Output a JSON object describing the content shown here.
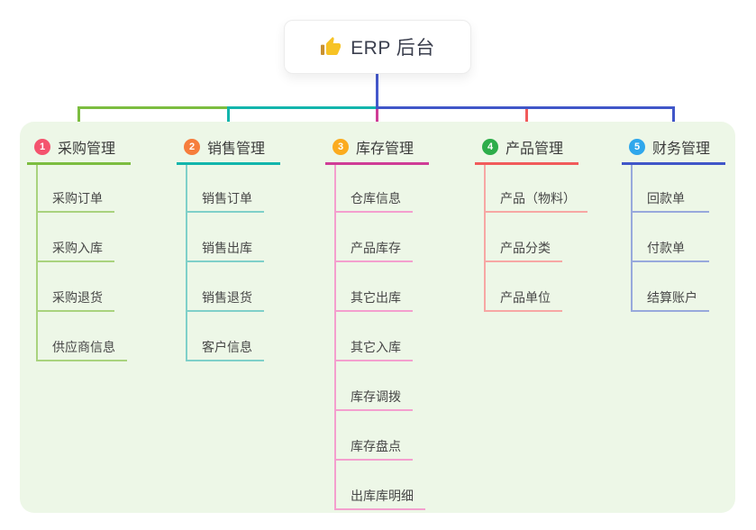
{
  "root": {
    "icon": "thumbs-up-icon",
    "title": "ERP 后台",
    "connector_color": "#4458cb"
  },
  "panel_background": "#edf7e7",
  "branches": [
    {
      "num": "1",
      "title": "采购管理",
      "badge_color": "#f4536e",
      "line_color": "#7cbd40",
      "child_line_color": "#a9d37e",
      "children": [
        "采购订单",
        "采购入库",
        "采购退货",
        "供应商信息"
      ]
    },
    {
      "num": "2",
      "title": "销售管理",
      "badge_color": "#f67d3c",
      "line_color": "#12b5ac",
      "child_line_color": "#7fd0c9",
      "children": [
        "销售订单",
        "销售出库",
        "销售退货",
        "客户信息"
      ]
    },
    {
      "num": "3",
      "title": "库存管理",
      "badge_color": "#fbab1f",
      "line_color": "#cf3c96",
      "child_line_color": "#f49fce",
      "children": [
        "仓库信息",
        "产品库存",
        "其它出库",
        "其它入库",
        "库存调拨",
        "库存盘点",
        "出库库明细"
      ]
    },
    {
      "num": "4",
      "title": "产品管理",
      "badge_color": "#2dad4a",
      "line_color": "#f15b5b",
      "child_line_color": "#f7a7a4",
      "children": [
        "产品（物料）",
        "产品分类",
        "产品单位"
      ]
    },
    {
      "num": "5",
      "title": "财务管理",
      "badge_color": "#2fa7ec",
      "line_color": "#4056c8",
      "child_line_color": "#98a9dc",
      "children": [
        "回款单",
        "付款单",
        "结算账户"
      ]
    }
  ]
}
